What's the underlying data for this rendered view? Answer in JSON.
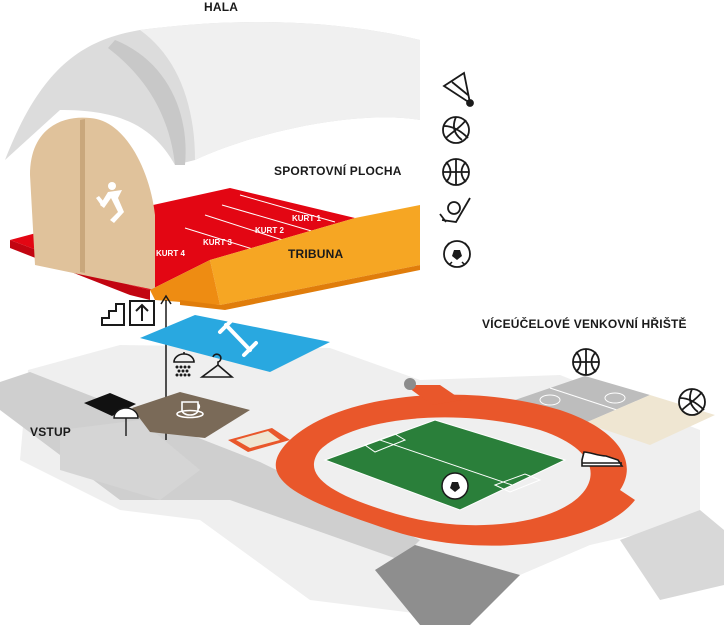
{
  "labels": {
    "hala": "HALA",
    "sportovni_plocha": "SPORTOVNÍ PLOCHA",
    "tribuna": "TRIBUNA",
    "viceucelove": "VÍCEÚČELOVÉ VENKOVNÍ HŘIŠTĚ",
    "vstup": "VSTUP"
  },
  "courts": [
    "KURT 1",
    "KURT 2",
    "KURT 3",
    "KURT 4"
  ],
  "hall_sports_icons": [
    "badminton-shuttlecock-icon",
    "volleyball-icon",
    "basketball-icon",
    "floorball-icon",
    "football-icon"
  ],
  "colors": {
    "hall_roof": "#e0e0e0",
    "climbing_wall": "#e0c29b",
    "sport_floor": "#e30613",
    "tribune": "#f6a623",
    "gym": "#29a8e0",
    "cafe": "#7a6a58",
    "track": "#e9572b",
    "pitch": "#2a7f3a",
    "courts_gray": "#bdbdbd",
    "courts_beige": "#efe6d2"
  }
}
